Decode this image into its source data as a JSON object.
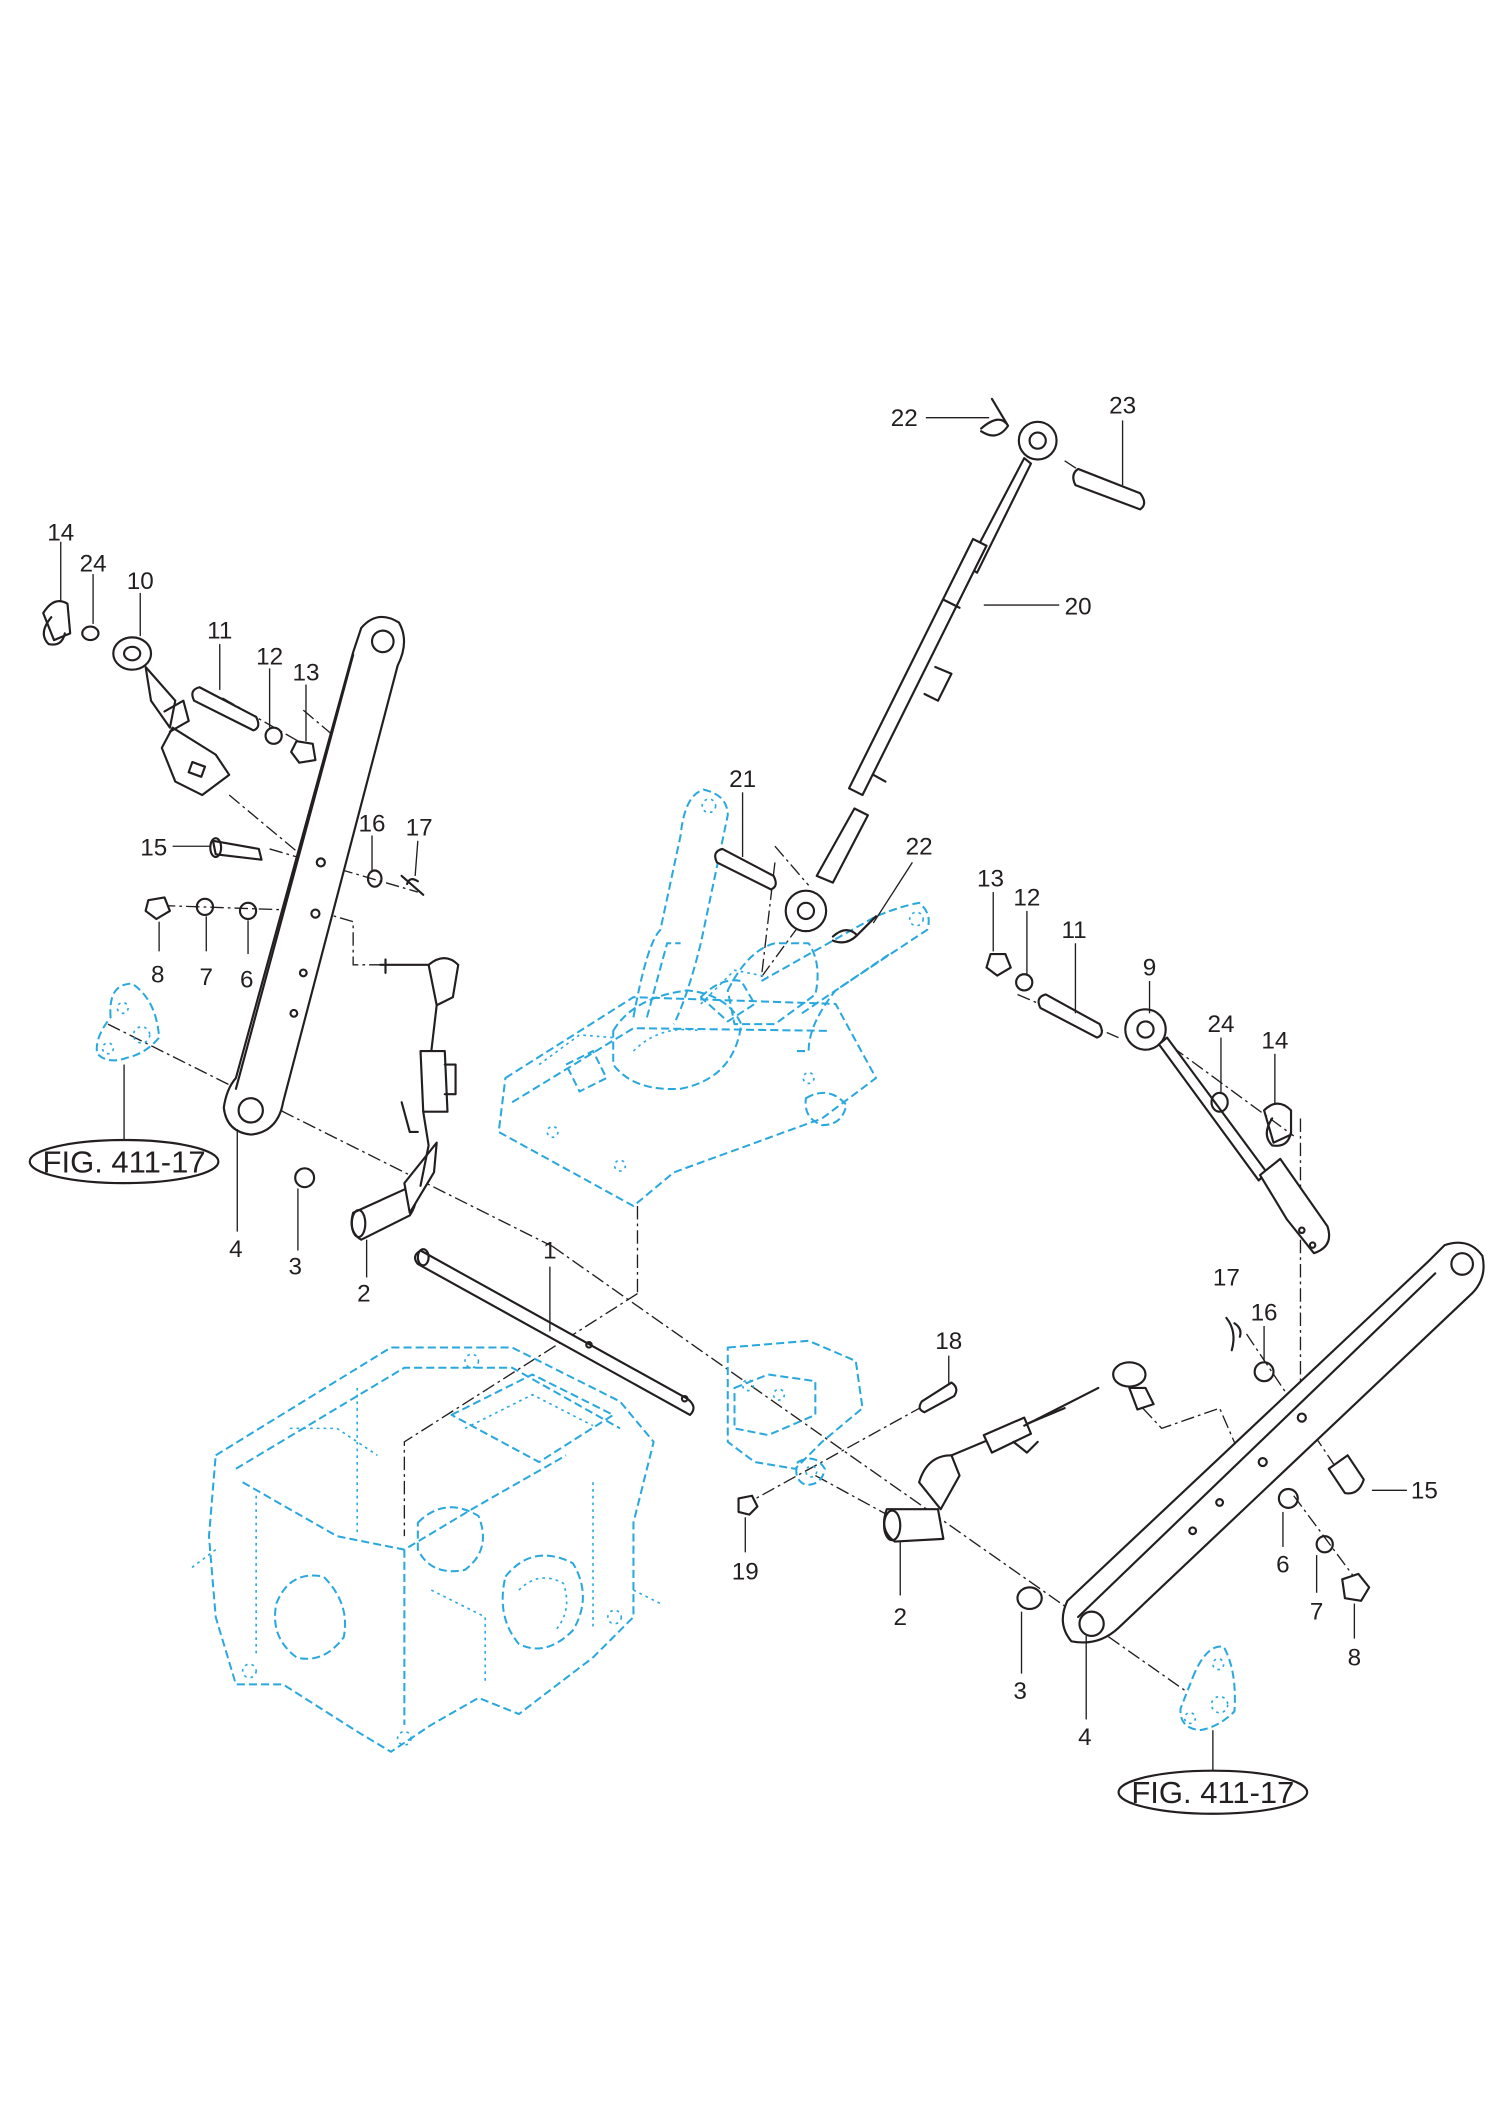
{
  "callouts": {
    "c1": "1",
    "c2_left": "2",
    "c2_right": "2",
    "c3_left": "3",
    "c3_right": "3",
    "c4_left": "4",
    "c4_right": "4",
    "c6_left": "6",
    "c6_right": "6",
    "c7_left": "7",
    "c7_right": "7",
    "c8_left": "8",
    "c8_right": "8",
    "c9": "9",
    "c10": "10",
    "c11_left": "11",
    "c11_right": "11",
    "c12_left": "12",
    "c12_right": "12",
    "c13_left": "13",
    "c13_right": "13",
    "c14_left": "14",
    "c14_right": "14",
    "c15_left": "15",
    "c15_right": "15",
    "c16_left": "16",
    "c16_right": "16",
    "c17_left": "17",
    "c17_right": "17",
    "c18": "18",
    "c19": "19",
    "c20": "20",
    "c21": "21",
    "c22_top": "22",
    "c22_mid": "22",
    "c23": "23",
    "c24_left": "24",
    "c24_right": "24"
  },
  "figure_refs": {
    "left": "FIG. 411-17",
    "right": "FIG. 411-17"
  },
  "colors": {
    "line_art": "#231f20",
    "reference_parts": "#29a8df",
    "background": "#ffffff"
  }
}
